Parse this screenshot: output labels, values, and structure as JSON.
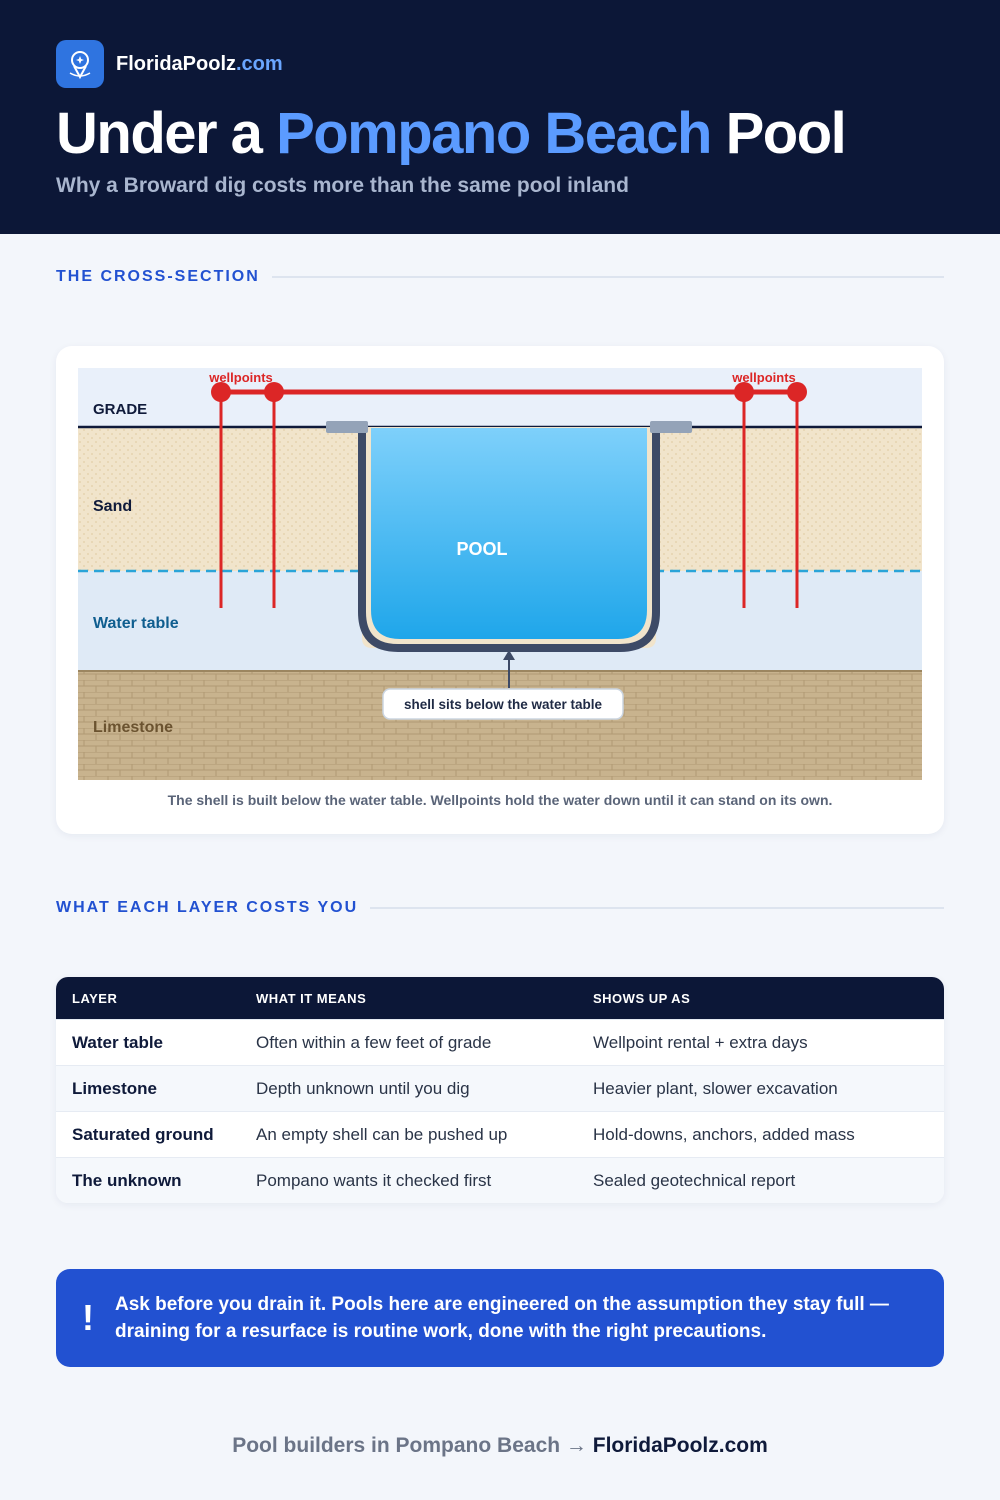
{
  "brand": {
    "name": "FloridaPoolz",
    "tld": ".com"
  },
  "header": {
    "title_pre": "Under a ",
    "title_accent": "Pompano Beach",
    "title_post": " Pool",
    "subtitle": "Why a Broward dig costs more than the same pool inland"
  },
  "sections": {
    "cross_section": "THE CROSS-SECTION",
    "costs": "WHAT EACH LAYER COSTS YOU"
  },
  "diagram": {
    "wellpoints_left": "wellpoints",
    "wellpoints_right": "wellpoints",
    "grade": "GRADE",
    "sand": "Sand",
    "water_table": "Water table",
    "limestone": "Limestone",
    "pool": "POOL",
    "shell_note": "shell sits below the water table",
    "caption": "The shell is built below the water table. Wellpoints hold the water down until it can stand on its own.",
    "colors": {
      "wellpoint": "#dc2626",
      "sand": "#f1e4cb",
      "water": "#dfeaf6",
      "limestone": "#c5b08a",
      "pool_top": "#7ed0fb",
      "pool_bottom": "#1fa6ea",
      "shell": "#3d4a66"
    }
  },
  "table": {
    "headers": [
      "LAYER",
      "WHAT IT MEANS",
      "SHOWS UP AS"
    ],
    "rows": [
      {
        "layer": "Water table",
        "means": "Often within a few feet of grade",
        "shows": "Wellpoint rental + extra days"
      },
      {
        "layer": "Limestone",
        "means": "Depth unknown until you dig",
        "shows": "Heavier plant, slower excavation"
      },
      {
        "layer": "Saturated ground",
        "means": "An empty shell can be pushed up",
        "shows": "Hold-downs, anchors, added mass"
      },
      {
        "layer": "The unknown",
        "means": "Pompano wants it checked first",
        "shows": "Sealed geotechnical report"
      }
    ]
  },
  "callout": {
    "icon": "!",
    "lead": "Ask before you drain it.",
    "text": " Pools here are engineered on the assumption they stay full — draining for a resurface is routine work, done with the right precautions."
  },
  "footer": {
    "prefix": "Pool builders in Pompano Beach → ",
    "site": "FloridaPoolz.com"
  }
}
